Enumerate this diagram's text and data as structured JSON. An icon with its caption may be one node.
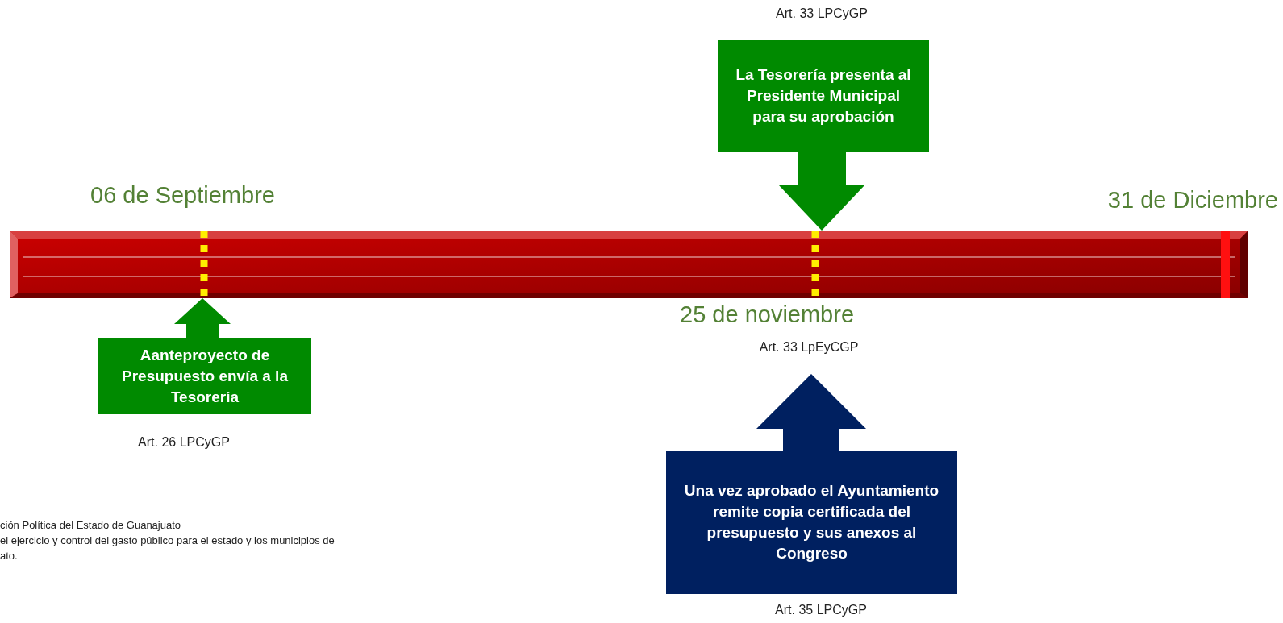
{
  "diagram": {
    "nodes": [
      {
        "text": [],
        "shape": "bar",
        "beside": [
          "06 de Septiembre",
          "31 de Diciembre",
          "25 de noviembre"
        ]
      },
      {
        "text": [
          "La Tesorería presenta al Presidente Municipal para su aprobación"
        ],
        "beside": [
          "Art. 33 LPCyGP"
        ]
      },
      {
        "text": [
          "Aanteproyecto de Presupuesto envía a la Tesorería"
        ],
        "beside": [
          "Art. 26 LPCyGP"
        ]
      },
      {
        "text": [
          "Art. 33 LpEyCGP"
        ]
      },
      {
        "text": [
          "Una vez aprobado el Ayuntamiento remite copia certificada del presupuesto y sus anexos al Congreso"
        ],
        "beside": [
          "Art. 35 LPCyGP"
        ]
      }
    ],
    "edges": [
      {
        "from": 1,
        "to": 0,
        "arrow": "to"
      },
      {
        "from": 2,
        "to": 0,
        "arrow": "to"
      },
      {
        "from": 4,
        "to": 3,
        "arrow": "to",
        "color": "#002060"
      }
    ],
    "labels": [
      "ción Política del Estado de Guanajuato",
      "el ejercicio y control del gasto público para el estado y los municipios de",
      "ato."
    ]
  }
}
